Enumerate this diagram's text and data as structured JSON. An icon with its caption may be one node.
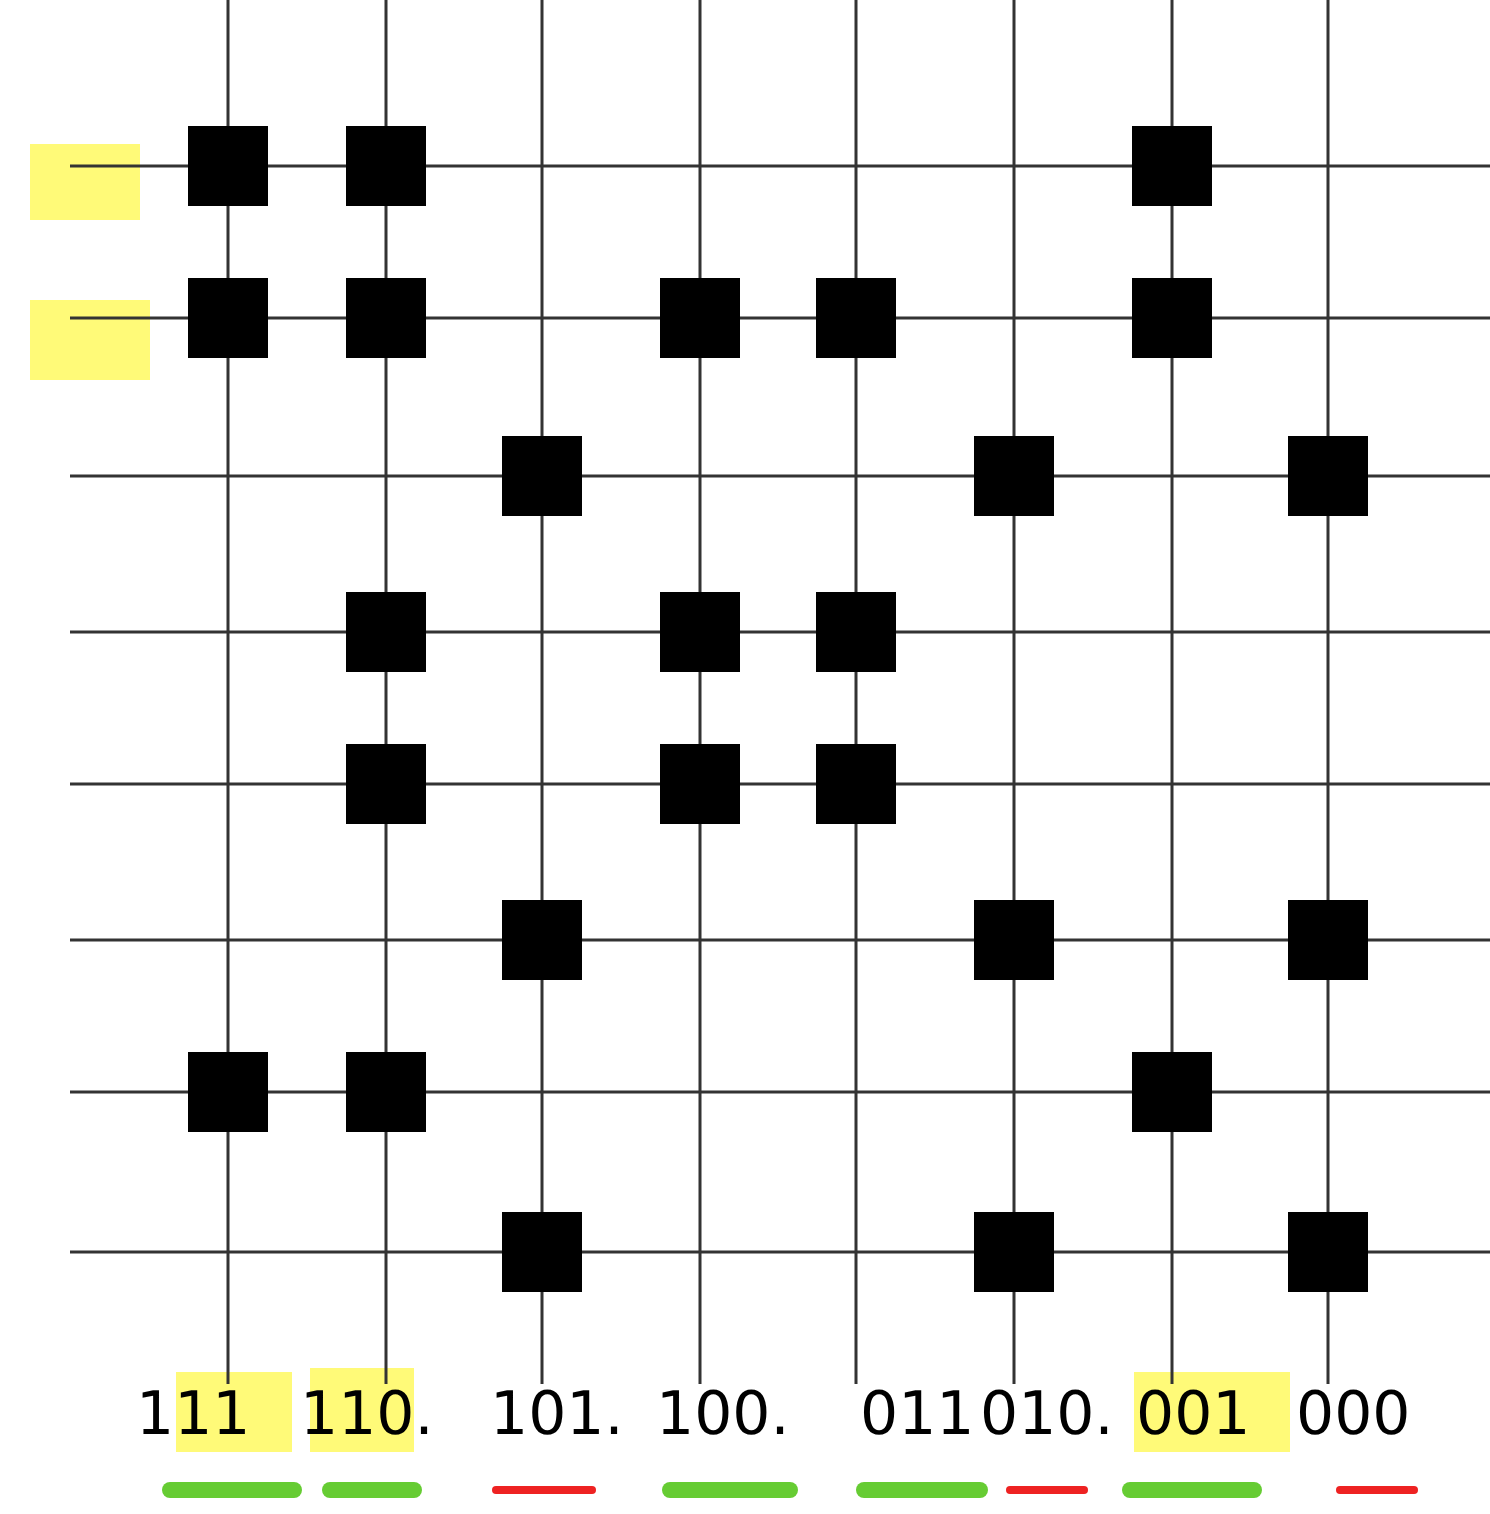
{
  "diagram": {
    "labels": [
      "111",
      "110.",
      "101.",
      "100.",
      "011",
      "010.",
      "001",
      "000"
    ]
  }
}
